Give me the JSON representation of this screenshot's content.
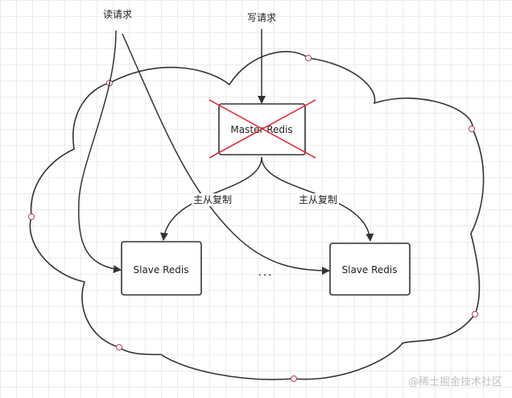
{
  "diagram": {
    "read_request_label": "读请求",
    "write_request_label": "写请求",
    "master_label": "Master Redis",
    "slave_left_label": "Slave Redis",
    "slave_right_label": "Slave Redis",
    "replication_left_label": "主从复制",
    "replication_right_label": "主从复制",
    "ellipsis": "...",
    "cross_color": "#d9363e",
    "line_color": "#333333"
  },
  "watermark": {
    "text": "@稀土掘金技术社区"
  }
}
